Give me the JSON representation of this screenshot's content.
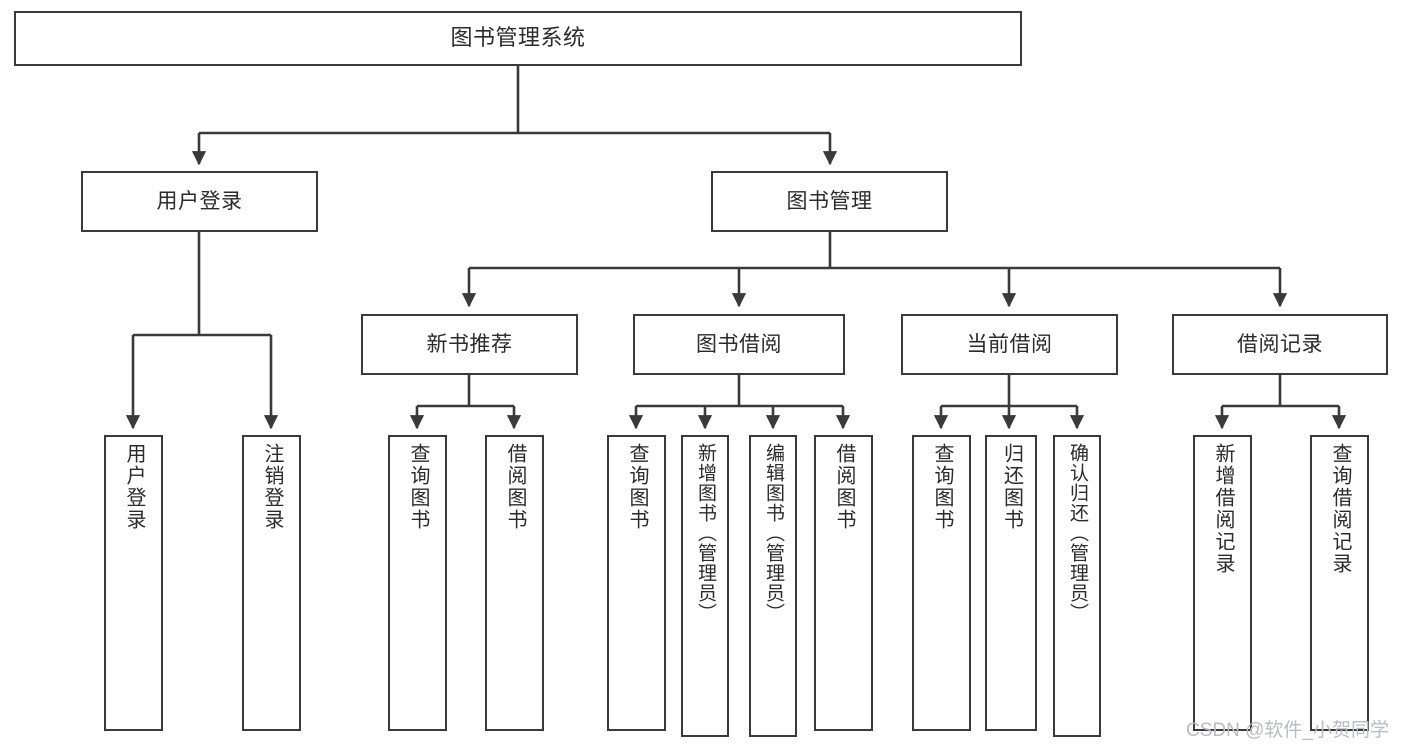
{
  "diagram": {
    "title": "图书管理系统",
    "type": "tree",
    "colors": {
      "box_border": "#3a3a3a",
      "box_fill": "#ffffff",
      "edge": "#3a3a3a",
      "text": "#2b2b2b",
      "watermark": "#b9bcc0",
      "background": "#ffffff"
    },
    "watermark": "CSDN @软件_小贺同学",
    "nodes": {
      "root": {
        "label": "图书管理系统"
      },
      "level2": [
        {
          "label": "用户登录"
        },
        {
          "label": "图书管理"
        }
      ],
      "level3": [
        {
          "label": "新书推荐"
        },
        {
          "label": "图书借阅"
        },
        {
          "label": "当前借阅"
        },
        {
          "label": "借阅记录"
        }
      ],
      "leaves": {
        "user_login": [
          {
            "label": "用户登录"
          },
          {
            "label": "注销登录"
          }
        ],
        "new_book_recommend": [
          {
            "label": "查询图书"
          },
          {
            "label": "借阅图书"
          }
        ],
        "book_borrow": [
          {
            "label": "查询图书"
          },
          {
            "label": "新增图书（管理员）"
          },
          {
            "label": "编辑图书（管理员）"
          },
          {
            "label": "借阅图书"
          }
        ],
        "current_borrow": [
          {
            "label": "查询图书"
          },
          {
            "label": "归还图书"
          },
          {
            "label": "确认归还（管理员）"
          }
        ],
        "borrow_records": [
          {
            "label": "新增借阅记录"
          },
          {
            "label": "查询借阅记录"
          }
        ]
      }
    }
  }
}
